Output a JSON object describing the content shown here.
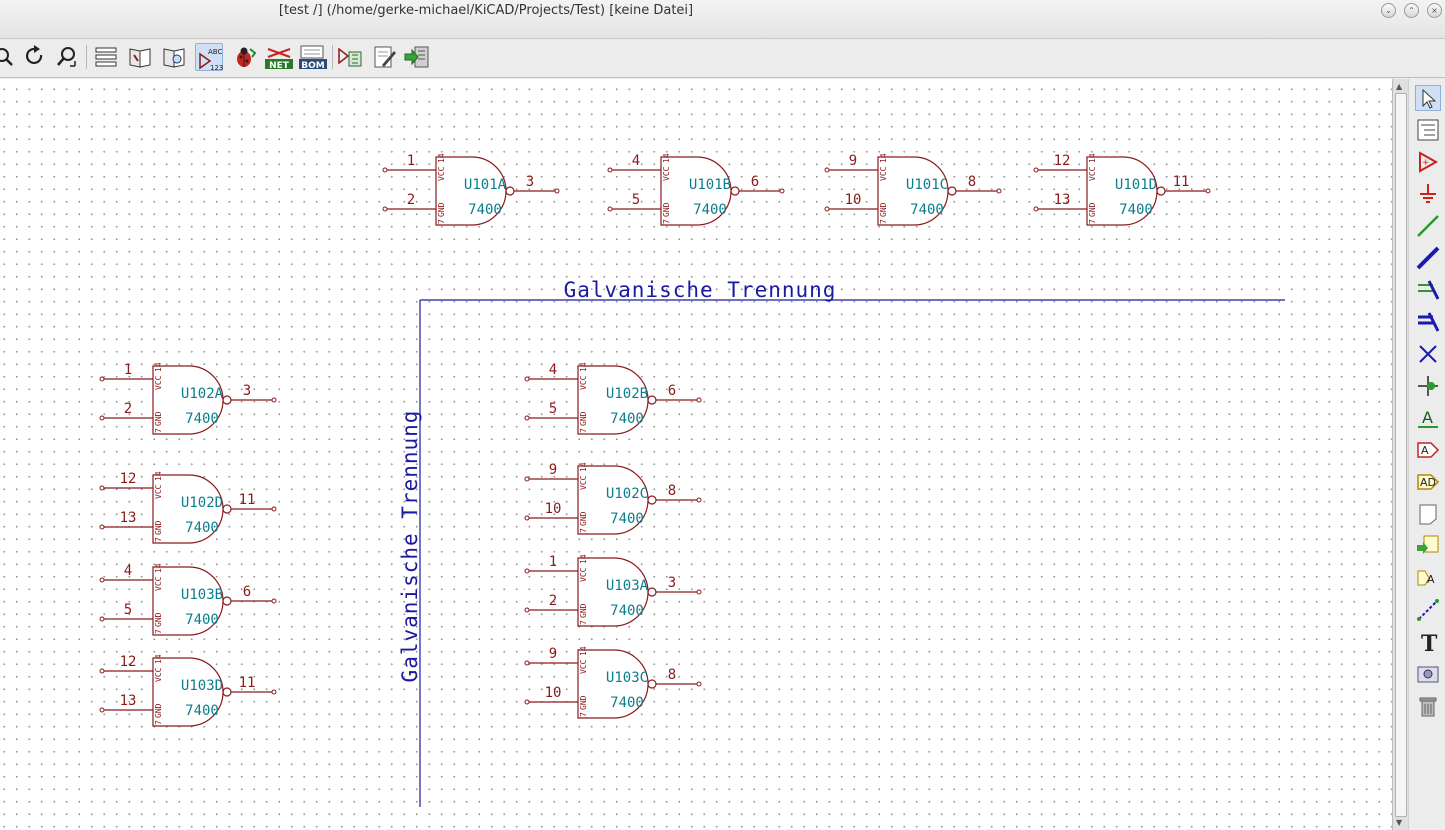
{
  "window": {
    "title": "[test /] (/home/gerke-michael/KiCAD/Projects/Test) [keine Datei]"
  },
  "toolbar": {
    "net_label": "NET",
    "bom_label": "BOM",
    "annotate_label_top": "ABC",
    "annotate_label_bottom": "123"
  },
  "schematic": {
    "sections": [
      {
        "label": "Galvanische Trennung",
        "orientation": "horizontal"
      },
      {
        "label": "Galvanische Trennung",
        "orientation": "vertical"
      }
    ],
    "gates": [
      {
        "ref": "U101A",
        "value": "7400",
        "in1": "1",
        "in2": "2",
        "out": "3"
      },
      {
        "ref": "U101B",
        "value": "7400",
        "in1": "4",
        "in2": "5",
        "out": "6"
      },
      {
        "ref": "U101C",
        "value": "7400",
        "in1": "9",
        "in2": "10",
        "out": "8"
      },
      {
        "ref": "U101D",
        "value": "7400",
        "in1": "12",
        "in2": "13",
        "out": "11"
      },
      {
        "ref": "U102A",
        "value": "7400",
        "in1": "1",
        "in2": "2",
        "out": "3"
      },
      {
        "ref": "U102D",
        "value": "7400",
        "in1": "12",
        "in2": "13",
        "out": "11"
      },
      {
        "ref": "U103B",
        "value": "7400",
        "in1": "4",
        "in2": "5",
        "out": "6"
      },
      {
        "ref": "U103D",
        "value": "7400",
        "in1": "12",
        "in2": "13",
        "out": "11"
      },
      {
        "ref": "U102B",
        "value": "7400",
        "in1": "4",
        "in2": "5",
        "out": "6"
      },
      {
        "ref": "U102C",
        "value": "7400",
        "in1": "9",
        "in2": "10",
        "out": "8"
      },
      {
        "ref": "U103A",
        "value": "7400",
        "in1": "1",
        "in2": "2",
        "out": "3"
      },
      {
        "ref": "U103C",
        "value": "7400",
        "in1": "9",
        "in2": "10",
        "out": "8"
      }
    ],
    "power_pin_vcc": "VCC",
    "power_pin_gnd": "GND",
    "power_pin_vcc_num": "14",
    "power_pin_gnd_num": "7"
  },
  "colors": {
    "component": "#8b1a1a",
    "reference": "#0a7e8c",
    "graphic_line": "#1a1aa0"
  },
  "right_toolbar": {
    "text_tool_glyph": "T",
    "label_glyph": "A"
  }
}
